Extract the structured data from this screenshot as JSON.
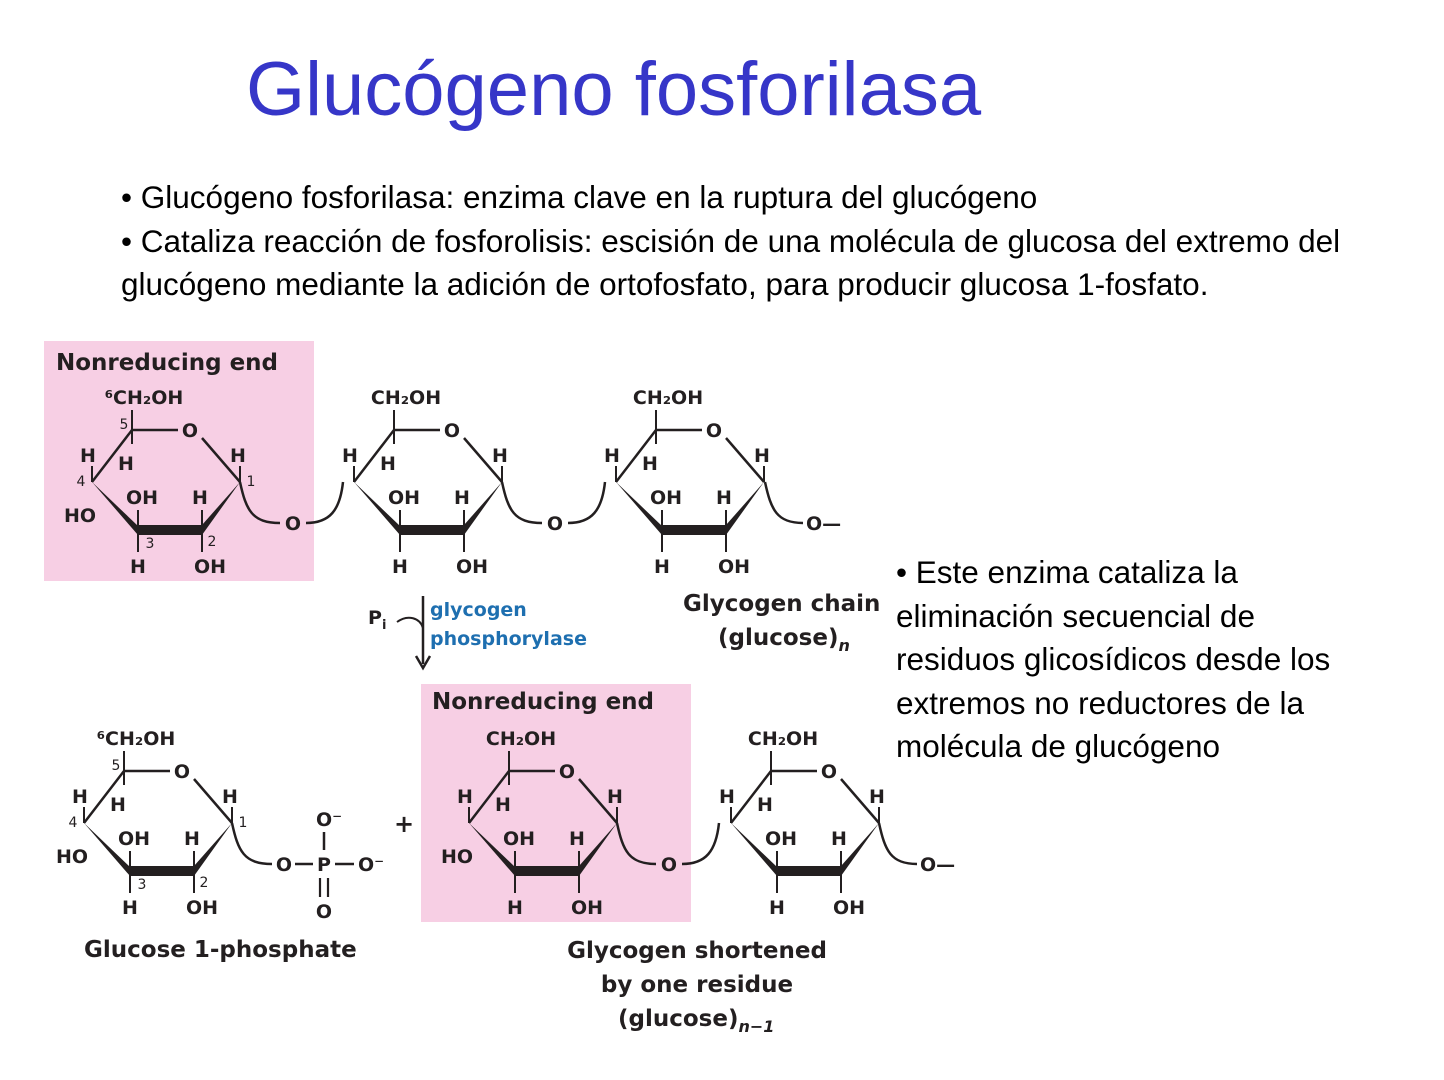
{
  "slide": {
    "title": "Glucógeno fosforilasa",
    "bullets": [
      "• Glucógeno fosforilasa: enzima clave en la ruptura del glucógeno",
      "• Cataliza reacción de fosforolisis: escisión de una molécula de glucosa del extremo del glucógeno mediante la adición de ortofosfato, para producir glucosa 1-fosfato."
    ],
    "side_text": [
      "• Este enzima cataliza la",
      "eliminación secuencial de",
      "residuos glicosídicos desde los",
      "extremos no reductores de la",
      "molécula de glucógeno"
    ]
  },
  "diagram": {
    "nonreducing_end": "Nonreducing end",
    "glycogen_chain": "Glycogen chain",
    "glucose_n": "(glucose)",
    "n": "n",
    "pi": "P",
    "pi_sub": "i",
    "enzyme_line1": "glycogen",
    "enzyme_line2": "phosphorylase",
    "plus": "+",
    "glucose_1_phosphate": "Glucose 1-phosphate",
    "shortened_line1": "Glycogen shortened",
    "shortened_line2": "by one residue",
    "shortened_line3": "(glucose)",
    "n_minus_1": "n−1",
    "ch2oh": "CH₂OH",
    "ch2oh_c6": "⁶CH₂OH",
    "atoms": {
      "H": "H",
      "O": "O",
      "OH": "OH",
      "HO": "HO",
      "P": "P",
      "O_minus": "O⁻",
      "bond_end": "O—"
    },
    "carbons": {
      "c1": "1",
      "c2": "2",
      "c3": "3",
      "c4": "4",
      "c5": "5"
    },
    "colors": {
      "title": "#3636c8",
      "highlight": "#f7cfe4",
      "enzyme": "#1e6fb0"
    }
  }
}
